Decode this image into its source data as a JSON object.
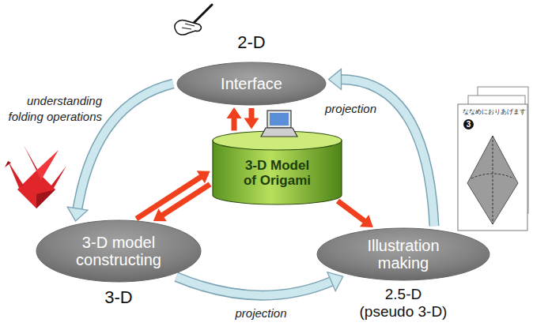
{
  "diagram": {
    "nodes": [
      {
        "text": [
          "2-D",
          "Interface"
        ]
      },
      {
        "text": [
          "3-D Model of Origami"
        ]
      },
      {
        "text": [
          "3-D model constructing",
          "3-D"
        ]
      },
      {
        "text": [
          "Illustration making",
          "2.5-D (pseudo 3-D)"
        ]
      }
    ],
    "edges": [
      {
        "from": 0,
        "to": 1,
        "arrow": "to"
      },
      {
        "from": 1,
        "to": 0,
        "arrow": "to"
      },
      {
        "from": 1,
        "to": 2,
        "arrow": "to"
      },
      {
        "from": 2,
        "to": 1,
        "arrow": "to"
      },
      {
        "from": 1,
        "to": 3,
        "arrow": "to"
      },
      {
        "from": 0,
        "to": 2,
        "label": "understanding folding operations",
        "arrow": "to"
      },
      {
        "from": 2,
        "to": 3,
        "label": "projection",
        "arrow": "to"
      },
      {
        "from": 3,
        "to": 0,
        "label": "projection",
        "arrow": "to"
      }
    ],
    "labels": [
      "ななめにおりあげます",
      "3"
    ]
  }
}
